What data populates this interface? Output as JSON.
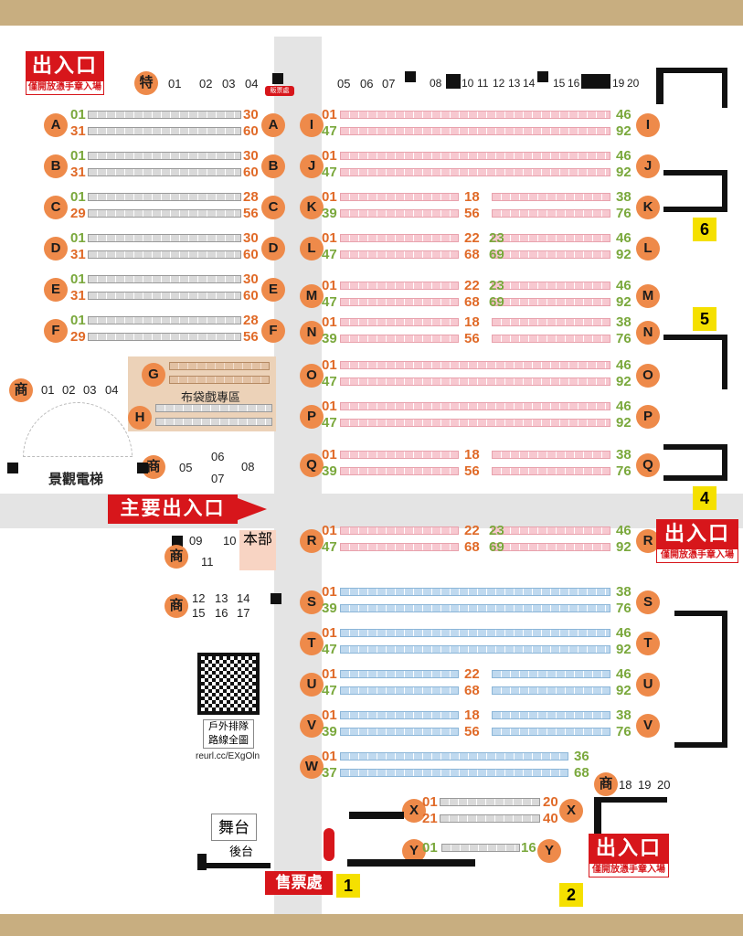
{
  "exits": {
    "top_left": {
      "title": "出入口",
      "note": "僅開放憑手章入場"
    },
    "right_mid": {
      "title": "出入口",
      "note": "僅開放憑手章入場"
    },
    "bottom_right": {
      "title": "出入口",
      "note": "僅開放憑手章入場"
    },
    "main": "主要出入口"
  },
  "special_row": {
    "marker": "特",
    "left_numbers": [
      "01",
      "02",
      "03",
      "04"
    ],
    "mid_numbers": [
      "05",
      "06",
      "07"
    ],
    "right_numbers": [
      "08",
      "10",
      "11",
      "12",
      "13",
      "14"
    ],
    "right2": [
      "15",
      "16"
    ],
    "right3": [
      "19",
      "20"
    ],
    "ticket_tag": "販票處"
  },
  "left_rows": [
    {
      "letter": "A",
      "top_start": "01",
      "top_end": "30",
      "bot_start": "31",
      "bot_end": "60"
    },
    {
      "letter": "B",
      "top_start": "01",
      "top_end": "30",
      "bot_start": "31",
      "bot_end": "60"
    },
    {
      "letter": "C",
      "top_start": "01",
      "top_end": "28",
      "bot_start": "29",
      "bot_end": "56"
    },
    {
      "letter": "D",
      "top_start": "01",
      "top_end": "30",
      "bot_start": "31",
      "bot_end": "60"
    },
    {
      "letter": "E",
      "top_start": "01",
      "top_end": "30",
      "bot_start": "31",
      "bot_end": "60"
    },
    {
      "letter": "F",
      "top_start": "01",
      "top_end": "28",
      "bot_start": "29",
      "bot_end": "56"
    }
  ],
  "right_rows": [
    {
      "letter": "I",
      "l1": "01",
      "l2": "47",
      "r1": "46",
      "r2": "92",
      "m1": "",
      "m2": ""
    },
    {
      "letter": "J",
      "l1": "01",
      "l2": "47",
      "r1": "46",
      "r2": "92",
      "m1": "",
      "m2": ""
    },
    {
      "letter": "K",
      "l1": "01",
      "l2": "39",
      "r1": "38",
      "r2": "76",
      "m1": "18",
      "m2": "56"
    },
    {
      "letter": "L",
      "l1": "01",
      "l2": "47",
      "r1": "46",
      "r2": "92",
      "m1": "22",
      "m2": "68"
    },
    {
      "letter": "M",
      "l1": "01",
      "l2": "47",
      "r1": "46",
      "r2": "92",
      "m1": "22",
      "m2": "68"
    },
    {
      "letter": "N",
      "l1": "01",
      "l2": "39",
      "r1": "38",
      "r2": "76",
      "m1": "18",
      "m2": "56"
    },
    {
      "letter": "O",
      "l1": "01",
      "l2": "47",
      "r1": "46",
      "r2": "92",
      "m1": "",
      "m2": ""
    },
    {
      "letter": "P",
      "l1": "01",
      "l2": "47",
      "r1": "46",
      "r2": "92",
      "m1": "",
      "m2": ""
    },
    {
      "letter": "Q",
      "l1": "01",
      "l2": "39",
      "r1": "38",
      "r2": "76",
      "m1": "18",
      "m2": "56"
    },
    {
      "letter": "R",
      "l1": "01",
      "l2": "47",
      "r1": "46",
      "r2": "92",
      "m1": "22",
      "m2": "68"
    },
    {
      "letter": "S",
      "l1": "01",
      "l2": "39",
      "r1": "38",
      "r2": "76",
      "m1": "",
      "m2": ""
    },
    {
      "letter": "T",
      "l1": "01",
      "l2": "47",
      "r1": "46",
      "r2": "92",
      "m1": "",
      "m2": ""
    },
    {
      "letter": "U",
      "l1": "01",
      "l2": "47",
      "r1": "46",
      "r2": "92",
      "m1": "22",
      "m2": "68"
    },
    {
      "letter": "V",
      "l1": "01",
      "l2": "39",
      "r1": "38",
      "r2": "76",
      "m1": "18",
      "m2": "56"
    },
    {
      "letter": "W",
      "l1": "01",
      "l2": "37",
      "r1": "36",
      "r2": "68",
      "m1": "",
      "m2": ""
    }
  ],
  "mid23": {
    "L": "23",
    "M": "23",
    "R": "23",
    "Lb": "69",
    "Mb": "69",
    "Rb": "69"
  },
  "x_row": {
    "letter": "X",
    "a": "01",
    "b": "21",
    "c": "20",
    "d": "40"
  },
  "y_row": {
    "letter": "Y",
    "a": "01",
    "b": "16"
  },
  "shops": {
    "label": "商",
    "left_top": [
      "01",
      "02",
      "03",
      "04"
    ],
    "center1": [
      "05",
      "06",
      "07",
      "08"
    ],
    "center2": [
      "09",
      "10",
      "11"
    ],
    "center3": [
      "12",
      "13",
      "14",
      "15",
      "16",
      "17"
    ],
    "bottom_right": [
      "18",
      "19",
      "20"
    ]
  },
  "g_area": {
    "letter_g": "G",
    "letter_h": "H",
    "title": "布袋戲專區"
  },
  "hq": "本部",
  "elevator": "景觀電梯",
  "qr": {
    "line1": "戶外排隊",
    "line2": "路線全圖",
    "url": "reurl.cc/EXgOln"
  },
  "stage": {
    "main": "舞台",
    "back": "後台"
  },
  "ticket": "售票處",
  "gate_numbers": [
    "1",
    "2",
    "4",
    "5",
    "6"
  ],
  "accent": "#d7161b",
  "orange": "#ee8a4a"
}
